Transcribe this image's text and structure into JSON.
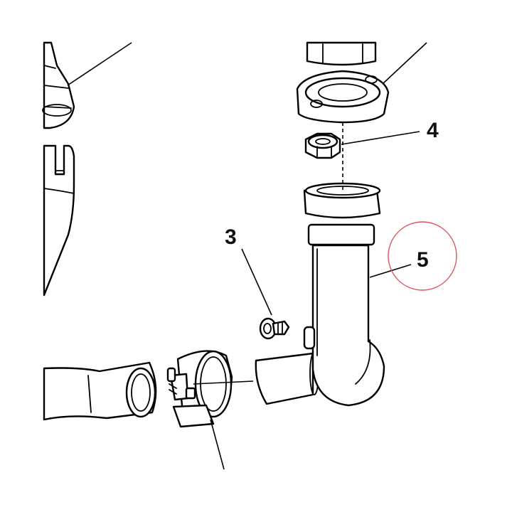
{
  "diagram": {
    "callouts": [
      {
        "id": "3",
        "label": "3"
      },
      {
        "id": "4",
        "label": "4"
      },
      {
        "id": "5",
        "label": "5"
      }
    ],
    "highlight": {
      "target": "5",
      "color": "#d9575e"
    }
  }
}
